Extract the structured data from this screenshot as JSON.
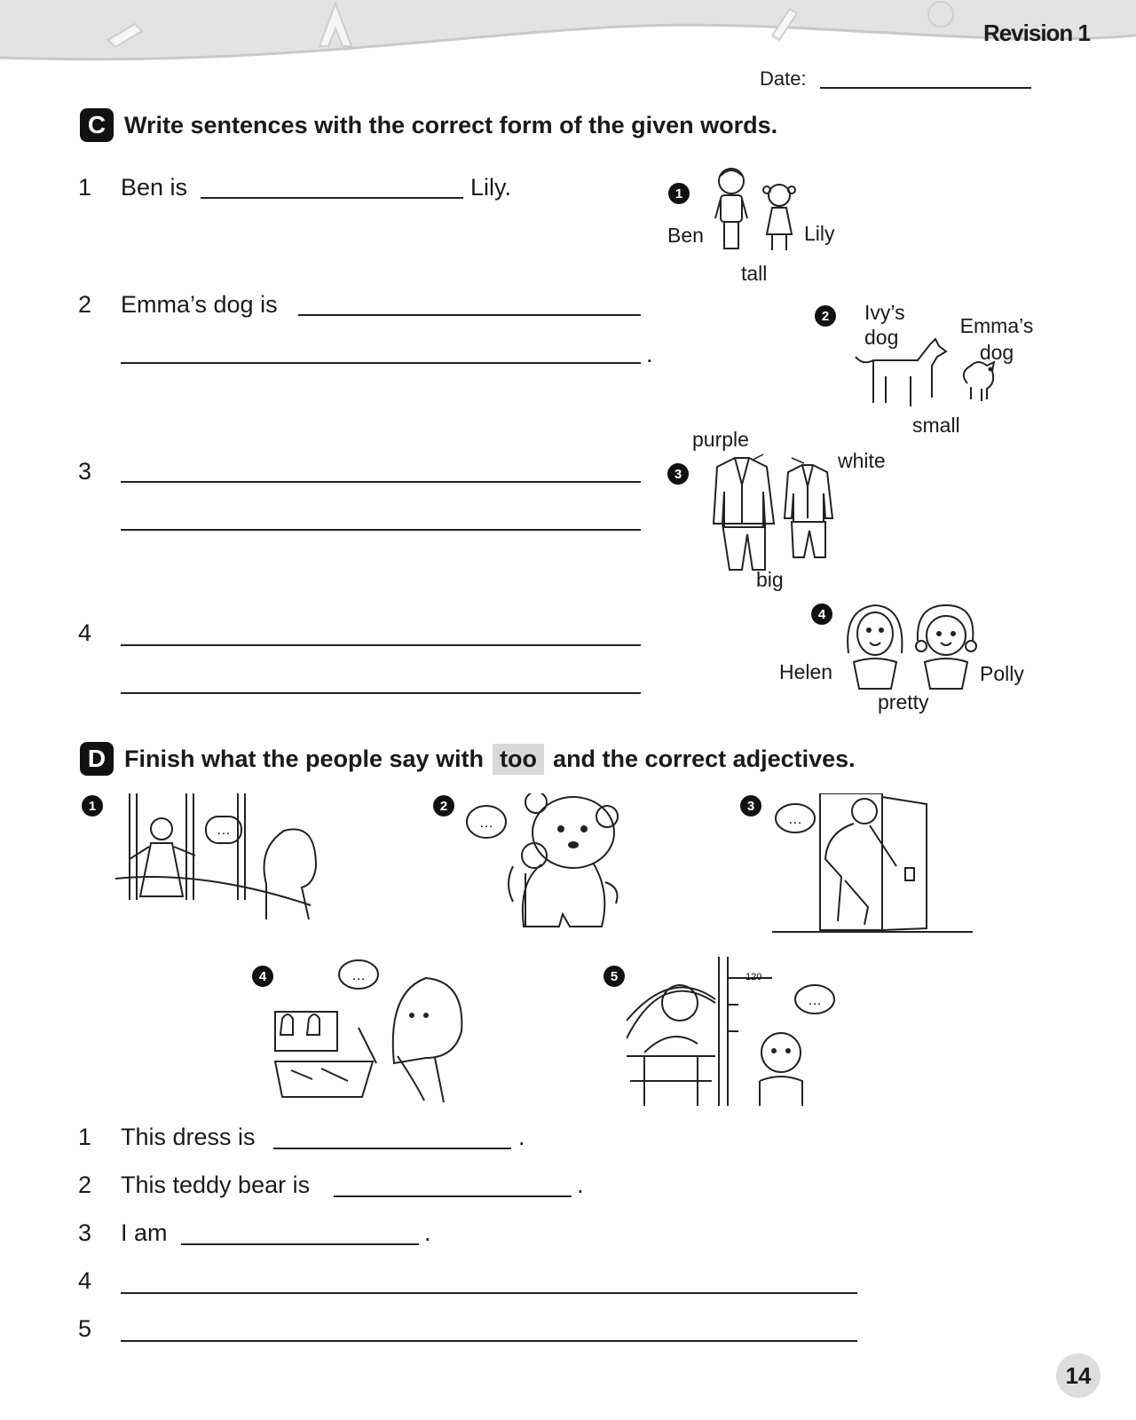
{
  "header": {
    "revision": "Revision 1",
    "date_label": "Date:"
  },
  "section_c": {
    "letter": "C",
    "instruction": "Write sentences with the correct form of the given words.",
    "items": [
      {
        "num": "1",
        "prefix": "Ben is",
        "suffix": "Lily."
      },
      {
        "num": "2",
        "prefix": "Emma’s dog is",
        "end": "."
      },
      {
        "num": "3"
      },
      {
        "num": "4"
      }
    ],
    "pictures": [
      {
        "num": "1",
        "labels": [
          "Ben",
          "Lily",
          "tall"
        ]
      },
      {
        "num": "2",
        "labels": [
          "Ivy’s dog",
          "Emma’s dog",
          "small"
        ]
      },
      {
        "num": "3",
        "labels": [
          "purple",
          "white",
          "big"
        ]
      },
      {
        "num": "4",
        "labels": [
          "Helen",
          "Polly",
          "pretty"
        ]
      }
    ]
  },
  "section_d": {
    "letter": "D",
    "instruction_before": "Finish what the people say with",
    "keyword": "too",
    "instruction_after": "and the correct adjectives.",
    "pictures": [
      "1",
      "2",
      "3",
      "4",
      "5"
    ],
    "speech": "…",
    "ruler_mark": "120",
    "items": [
      {
        "num": "1",
        "prefix": "This dress is",
        "end": "."
      },
      {
        "num": "2",
        "prefix": "This teddy bear is",
        "end": "."
      },
      {
        "num": "3",
        "prefix": "I am",
        "end": "."
      },
      {
        "num": "4"
      },
      {
        "num": "5"
      }
    ]
  },
  "page_number": "14"
}
